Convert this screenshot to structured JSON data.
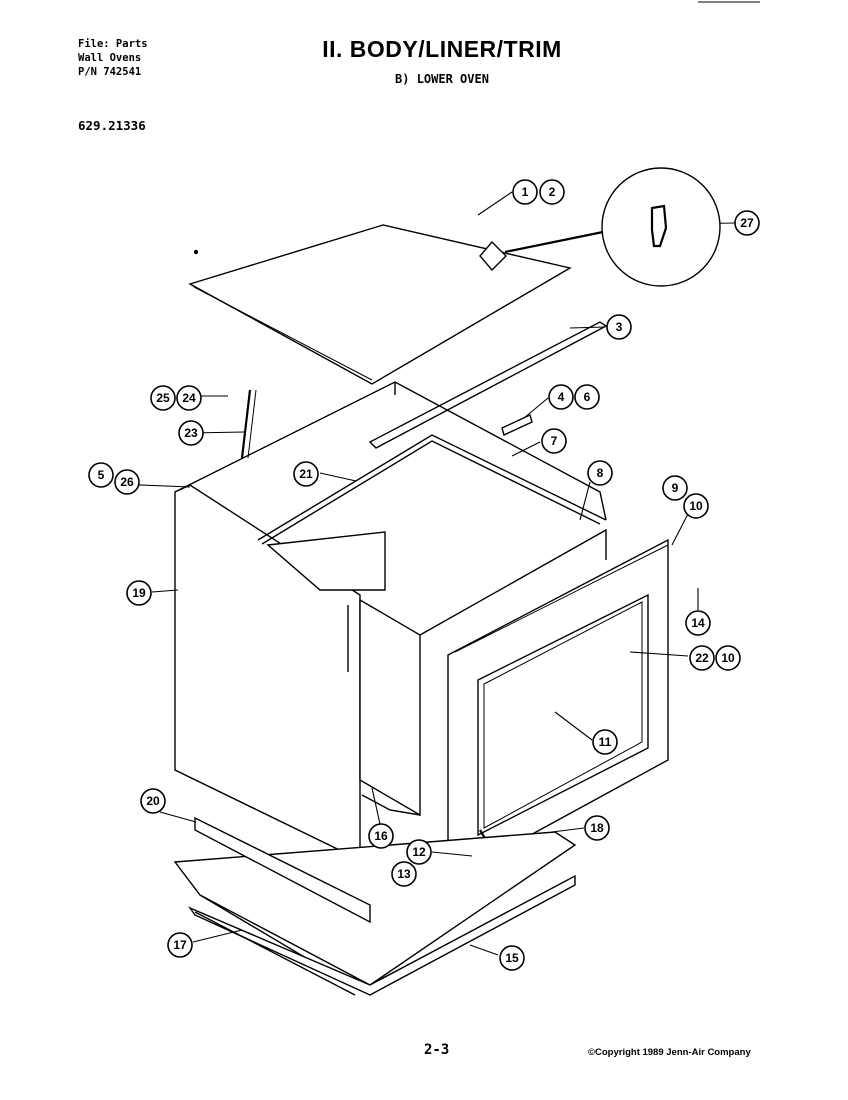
{
  "header": {
    "file_lines": "File: Parts\nWall Ovens\nP/N 742541",
    "model_number": "629.21336",
    "title": "II. BODY/LINER/TRIM",
    "subtitle": "B) LOWER OVEN"
  },
  "footer": {
    "page_number": "2-3",
    "copyright": "©Copyright 1989 Jenn-Air Company"
  },
  "callouts": [
    "1",
    "2",
    "3",
    "4",
    "6",
    "7",
    "8",
    "9",
    "10",
    "5",
    "26",
    "25",
    "24",
    "23",
    "21",
    "19",
    "14",
    "22",
    "10",
    "11",
    "20",
    "16",
    "12",
    "13",
    "18",
    "17",
    "15",
    "27"
  ]
}
